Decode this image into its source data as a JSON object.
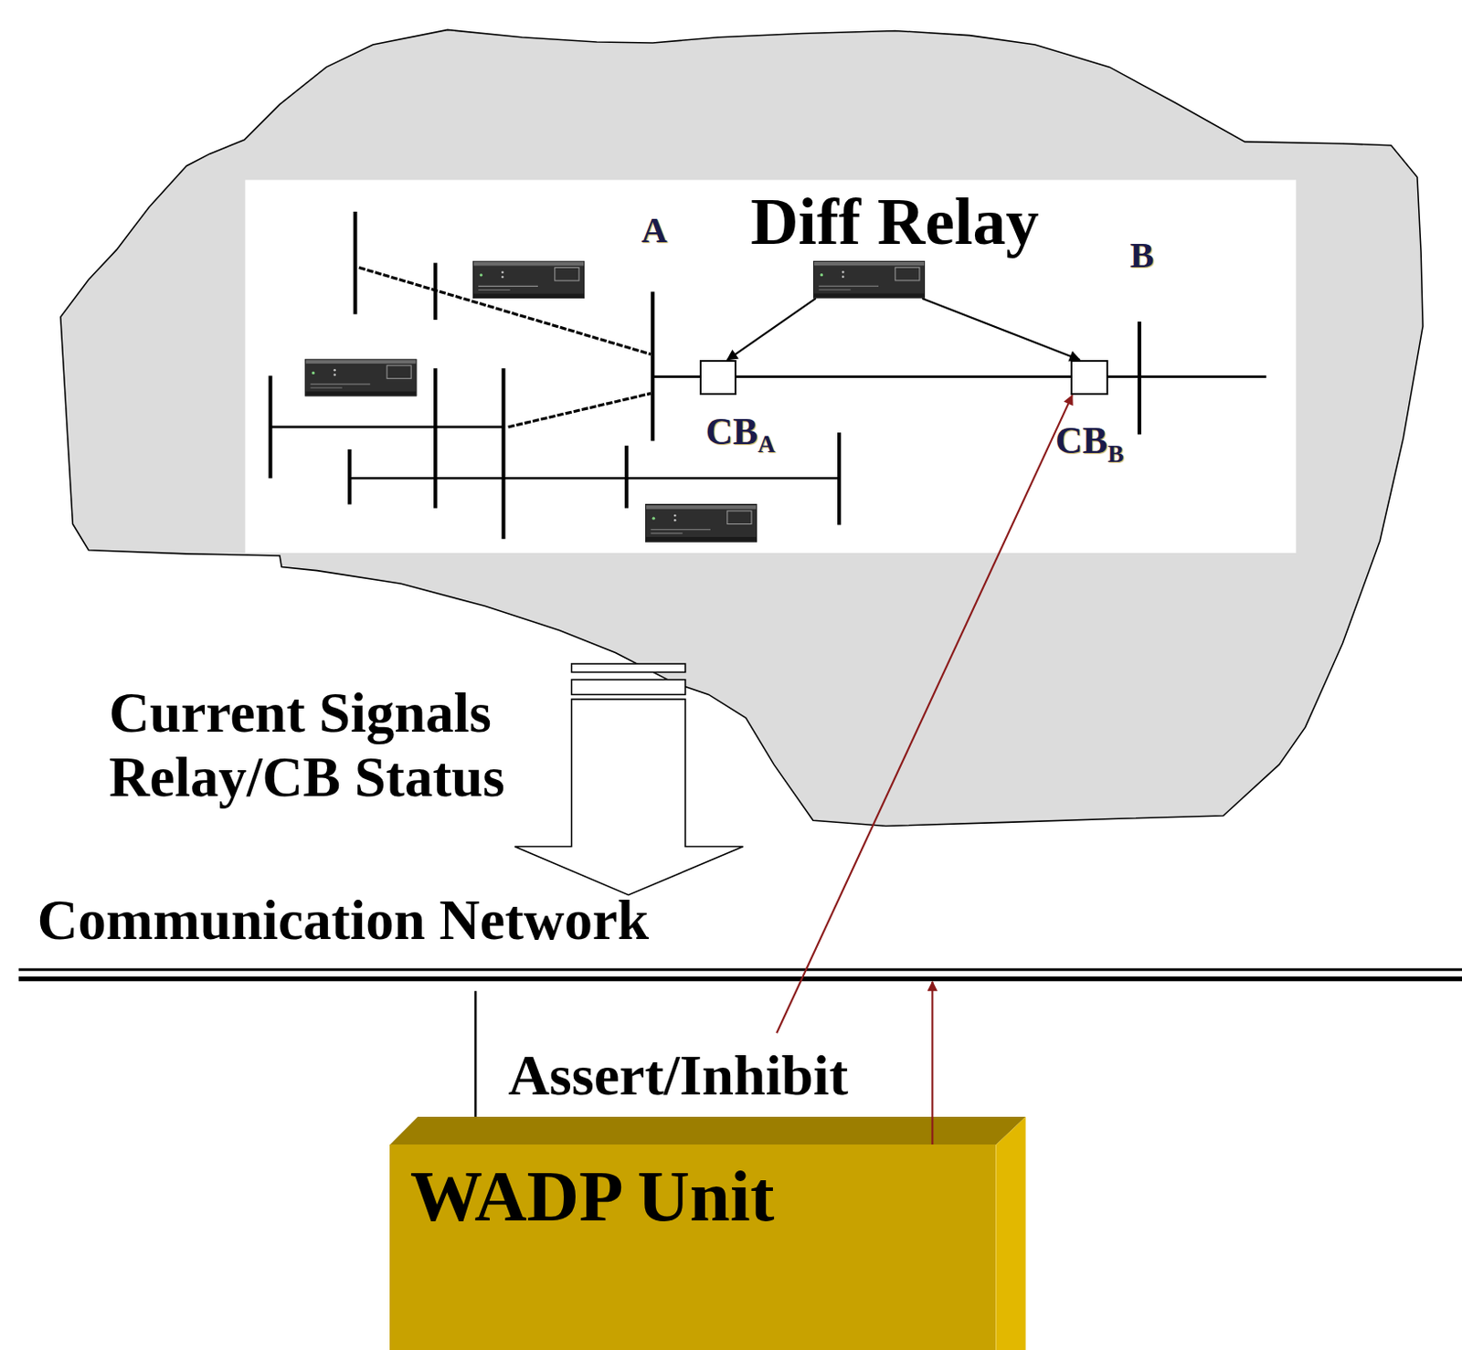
{
  "diagram": {
    "nodes": [
      {
        "text": [
          "Diff Relay"
        ]
      },
      {
        "text": [
          "CB",
          "A"
        ]
      },
      {
        "text": [
          "CB",
          "B"
        ]
      },
      {
        "text": [
          "WADP Unit"
        ]
      }
    ],
    "edges": [
      {
        "from": 0,
        "to": 1,
        "arrow": "to"
      },
      {
        "from": 0,
        "to": 2,
        "arrow": "to"
      },
      {
        "from": 3,
        "to": 2,
        "arrow": "to"
      }
    ],
    "labels": [
      "A",
      "B",
      "Current Signals Relay/CB Status",
      "Communication Network",
      "Assert/Inhibit"
    ]
  }
}
